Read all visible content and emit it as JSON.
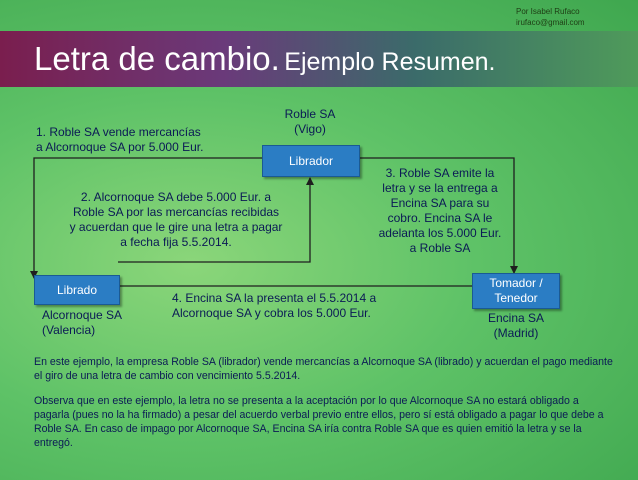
{
  "credit": {
    "author": "Por Isabel Rufaco",
    "email": "irufaco@gmail.com"
  },
  "title": {
    "main": "Letra de cambio.",
    "sub": "Ejemplo Resumen."
  },
  "nodes": {
    "librador": {
      "label": "Librador",
      "name": "Roble SA",
      "place": "(Vigo)"
    },
    "librado": {
      "label": "Librado",
      "name": "Alcornoque SA",
      "place": "(Valencia)"
    },
    "tomador": {
      "label_line1": "Tomador /",
      "label_line2": "Tenedor",
      "name": "Encina SA",
      "place": "(Madrid)"
    }
  },
  "steps": {
    "s1": [
      "1. Roble SA vende mercancías",
      "a Alcornoque SA por 5.000 Eur."
    ],
    "s2": [
      "2. Alcornoque SA debe 5.000 Eur. a",
      "Roble SA por las mercancías recibidas",
      "y acuerdan que le gire una letra a pagar",
      "a fecha fija 5.5.2014."
    ],
    "s3": [
      "3. Roble SA emite la",
      "letra y se la entrega a",
      "Encina SA para su",
      "cobro. Encina SA le",
      "adelanta los 5.000 Eur.",
      "a Roble SA"
    ],
    "s4": [
      "4. Encina SA la presenta el 5.5.2014 a",
      "Alcornoque SA y cobra los 5.000 Eur."
    ]
  },
  "paragraphs": {
    "p1": "En este ejemplo, la empresa Roble SA (librador) vende mercancías a Alcornoque SA (librado) y acuerdan el pago mediante el giro de una letra de cambio con vencimiento 5.5.2014.",
    "p2": "Observa que en este ejemplo, la letra no se presenta a la aceptación por lo que Alcornoque SA no estará obligado a pagarla (pues no la ha firmado) a pesar del acuerdo verbal previo entre ellos, pero sí está obligado a pagar lo que debe a Roble SA. En caso de impago por Alcornoque SA, Encina SA iría contra Roble SA que es quien emitió la letra y se la entregó."
  },
  "colors": {
    "node_fill": "#2b7dc4",
    "text": "#0b1a55",
    "arrow": "#1f1f1f"
  }
}
